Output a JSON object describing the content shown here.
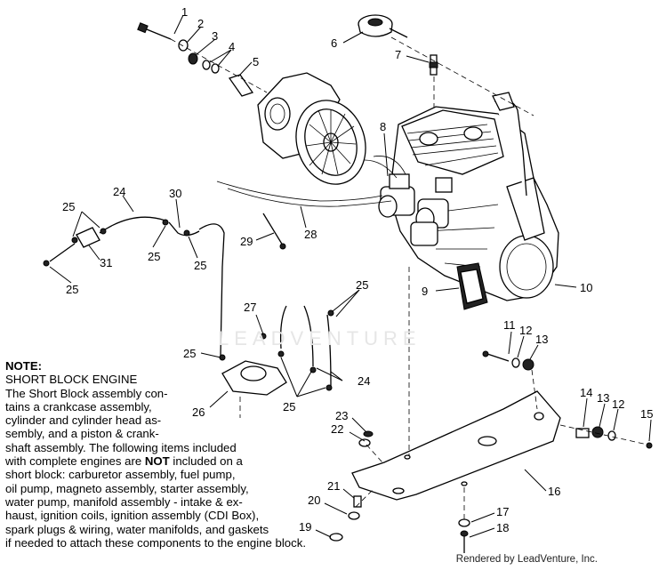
{
  "callouts": [
    {
      "id": "c1",
      "text": "1"
    },
    {
      "id": "c2",
      "text": "2"
    },
    {
      "id": "c3",
      "text": "3"
    },
    {
      "id": "c4",
      "text": "4"
    },
    {
      "id": "c5",
      "text": "5"
    },
    {
      "id": "c6",
      "text": "6"
    },
    {
      "id": "c7",
      "text": "7"
    },
    {
      "id": "c8",
      "text": "8"
    },
    {
      "id": "c9",
      "text": "9"
    },
    {
      "id": "c10",
      "text": "10"
    },
    {
      "id": "c11",
      "text": "11"
    },
    {
      "id": "c12a",
      "text": "12"
    },
    {
      "id": "c13a",
      "text": "13"
    },
    {
      "id": "c14",
      "text": "14"
    },
    {
      "id": "c13b",
      "text": "13"
    },
    {
      "id": "c12b",
      "text": "12"
    },
    {
      "id": "c15",
      "text": "15"
    },
    {
      "id": "c16",
      "text": "16"
    },
    {
      "id": "c17",
      "text": "17"
    },
    {
      "id": "c18",
      "text": "18"
    },
    {
      "id": "c19",
      "text": "19"
    },
    {
      "id": "c20",
      "text": "20"
    },
    {
      "id": "c21",
      "text": "21"
    },
    {
      "id": "c22",
      "text": "22"
    },
    {
      "id": "c23",
      "text": "23"
    },
    {
      "id": "c24a",
      "text": "24"
    },
    {
      "id": "c24b",
      "text": "24"
    },
    {
      "id": "c25a",
      "text": "25"
    },
    {
      "id": "c25b",
      "text": "25"
    },
    {
      "id": "c25c",
      "text": "25"
    },
    {
      "id": "c25d",
      "text": "25"
    },
    {
      "id": "c25e",
      "text": "25"
    },
    {
      "id": "c25f",
      "text": "25"
    },
    {
      "id": "c25g",
      "text": "25"
    },
    {
      "id": "c26",
      "text": "26"
    },
    {
      "id": "c27",
      "text": "27"
    },
    {
      "id": "c28",
      "text": "28"
    },
    {
      "id": "c29",
      "text": "29"
    },
    {
      "id": "c30",
      "text": "30"
    },
    {
      "id": "c31",
      "text": "31"
    }
  ],
  "note": {
    "heading": "NOTE:",
    "lines": [
      "SHORT BLOCK ENGINE",
      "The Short Block assembly con-",
      "tains a crankcase assembly,",
      "cylinder and cylinder head as-",
      "sembly, and a piston & crank-",
      "shaft assembly.  The following items included"
    ],
    "line7_before": "with complete engines are ",
    "line7_bold": "NOT",
    "line7_after": " included on a",
    "lines_after": [
      "short block:  carburetor assembly, fuel pump,",
      "oil pump, magneto assembly, starter assembly,",
      "water pump, manifold assembly - intake & ex-",
      "haust, ignition coils, ignition assembly (CDI Box),",
      "spark plugs & wiring, water manifolds, and gaskets",
      "if needed to attach these components to the engine block."
    ]
  },
  "watermark": "LEADVENTURE",
  "credit": "Rendered by LeadVenture, Inc."
}
